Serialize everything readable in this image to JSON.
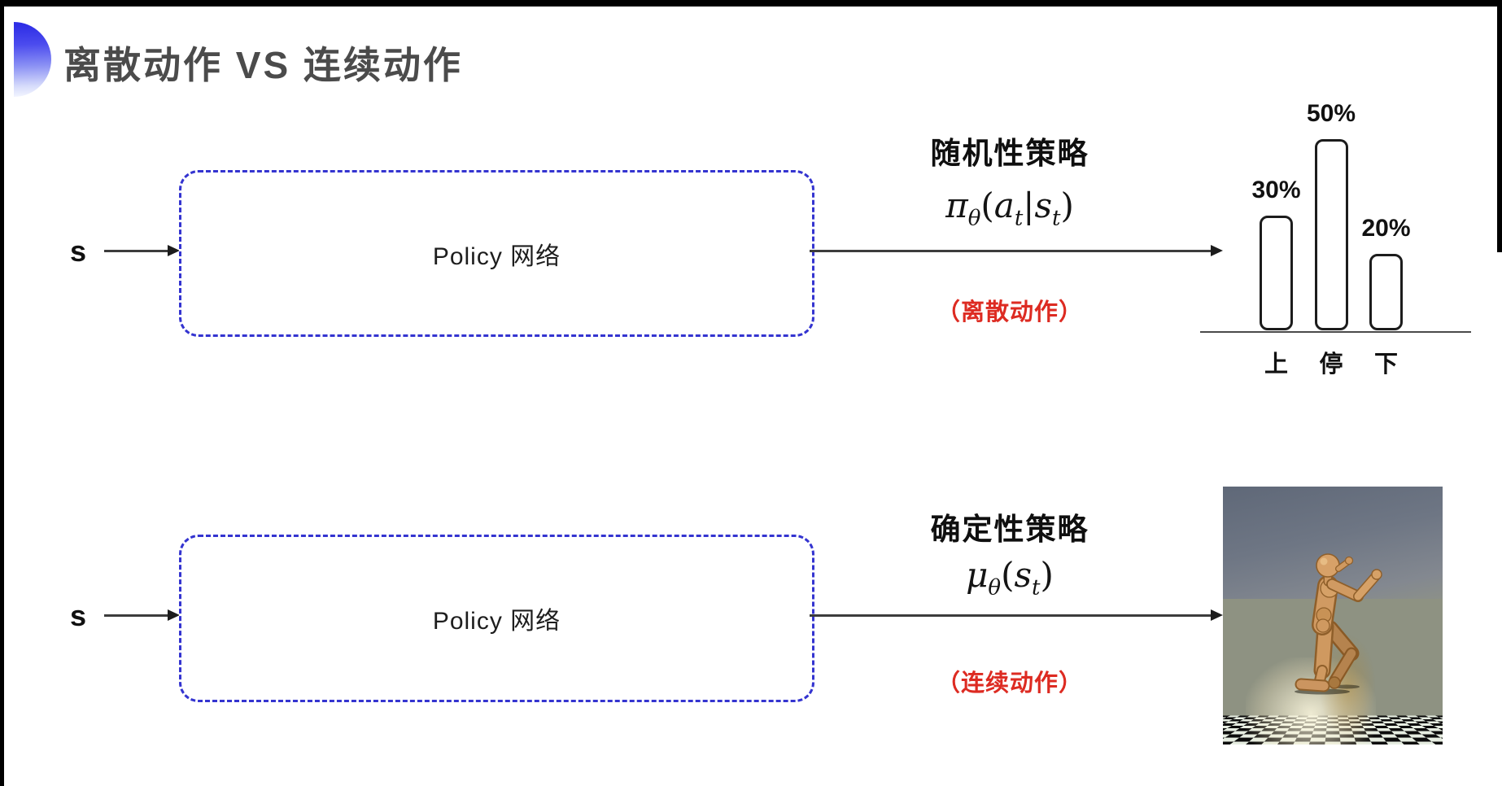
{
  "title": "离散动作 VS 连续动作",
  "top_flow": {
    "input_label": "s",
    "box_label": "Policy 网络",
    "policy_type": "随机性策略",
    "formula": {
      "base": "π",
      "base_sub": "θ",
      "paren_open": "(",
      "arg1": "a",
      "arg1_sub": "t",
      "pipe": "|",
      "arg2": "s",
      "arg2_sub": "t",
      "paren_close": ")"
    },
    "action_note": "（离散动作）"
  },
  "bottom_flow": {
    "input_label": "s",
    "box_label": "Policy 网络",
    "policy_type": "确定性策略",
    "formula": {
      "base": "μ",
      "base_sub": "θ",
      "paren_open": "(",
      "arg1": "s",
      "arg1_sub": "t",
      "paren_close": ")"
    },
    "action_note": "（连续动作）"
  },
  "chart_data": {
    "type": "bar",
    "categories": [
      "上",
      "停",
      "下"
    ],
    "values": [
      30,
      50,
      20
    ],
    "value_labels": [
      "30%",
      "50%",
      "20%"
    ],
    "title": "",
    "xlabel": "",
    "ylabel": "",
    "ylim": [
      0,
      55
    ],
    "grid": false,
    "legend_position": "none",
    "bar_fill": "#ffffff",
    "bar_border": "#1c1c1c"
  },
  "colors": {
    "accent_blue": "#3a3ae8",
    "box_border_blue": "#3434d0",
    "note_red": "#dd2b22",
    "title_gray": "#4b4b4b",
    "arrow_dark": "#3c3c3c"
  },
  "illustration": {
    "label": "humanoid-robot-on-checkerboard"
  }
}
